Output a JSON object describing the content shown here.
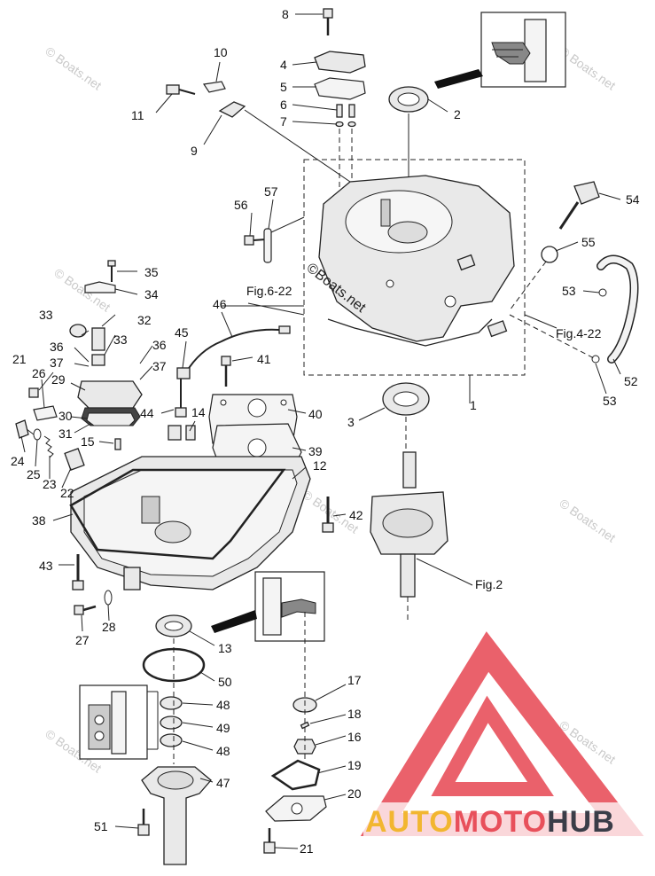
{
  "callouts": [
    "1",
    "2",
    "3",
    "4",
    "5",
    "6",
    "7",
    "8",
    "9",
    "10",
    "11",
    "12",
    "13",
    "14",
    "15",
    "16",
    "17",
    "18",
    "19",
    "20",
    "21",
    "21",
    "22",
    "23",
    "24",
    "25",
    "26",
    "27",
    "28",
    "29",
    "30",
    "31",
    "32",
    "33",
    "33",
    "34",
    "35",
    "36",
    "36",
    "37",
    "37",
    "38",
    "39",
    "40",
    "41",
    "42",
    "43",
    "44",
    "45",
    "46",
    "47",
    "48",
    "48",
    "49",
    "50",
    "51",
    "52",
    "53",
    "53",
    "54",
    "55",
    "56",
    "57"
  ],
  "figure_refs": {
    "fig6": "Fig.6-22",
    "fig4": "Fig.4-22",
    "fig2": "Fig.2"
  },
  "watermarks": {
    "center": "©Boats.net",
    "faint": "© Boats.net"
  },
  "brand": {
    "part1": "AUTO",
    "part2": "MOTO",
    "part3": "HUB",
    "color_triangle": "#e8505b",
    "color_auto": "#f2b630",
    "color_moto": "#e8505b",
    "color_hub": "#3a3d48"
  }
}
